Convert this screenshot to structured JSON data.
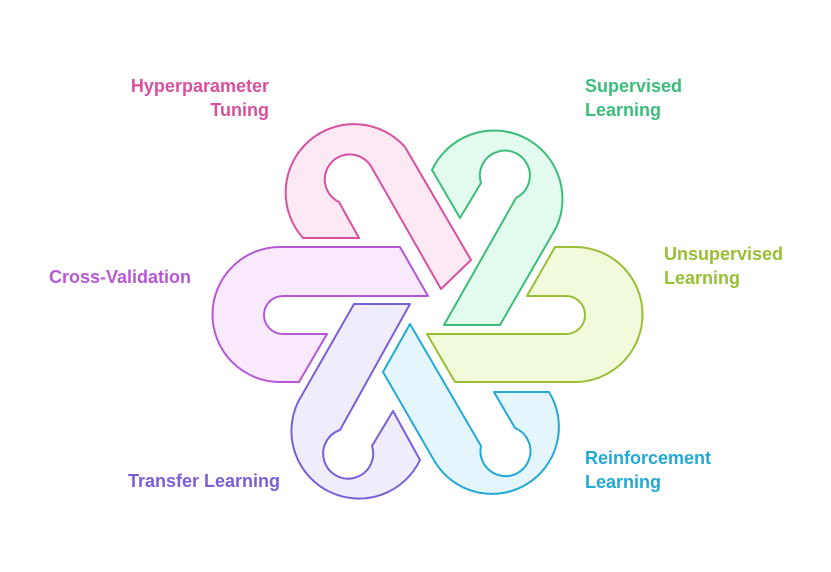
{
  "labels": {
    "hyperparameter_tuning": [
      "Hyperparameter",
      "Tuning"
    ],
    "supervised_learning": [
      "Supervised",
      "Learning"
    ],
    "unsupervised_learning": [
      "Unsupervised",
      "Learning"
    ],
    "reinforcement_learning": [
      "Reinforcement",
      "Learning"
    ],
    "transfer_learning": [
      "Transfer Learning"
    ],
    "cross_validation": [
      "Cross-Validation"
    ]
  },
  "colors": {
    "hyperparameter_tuning": {
      "stroke": "#d6519f",
      "fill": "#fde9f4"
    },
    "supervised_learning": {
      "stroke": "#3cbd7a",
      "fill": "#e2fbee"
    },
    "unsupervised_learning": {
      "stroke": "#98bf35",
      "fill": "#f1fbdc"
    },
    "reinforcement_learning": {
      "stroke": "#23a9d6",
      "fill": "#e4f6fc"
    },
    "transfer_learning": {
      "stroke": "#7b5fd6",
      "fill": "#efedfc"
    },
    "cross_validation": {
      "stroke": "#b658d6",
      "fill": "#f8e9fc"
    }
  }
}
